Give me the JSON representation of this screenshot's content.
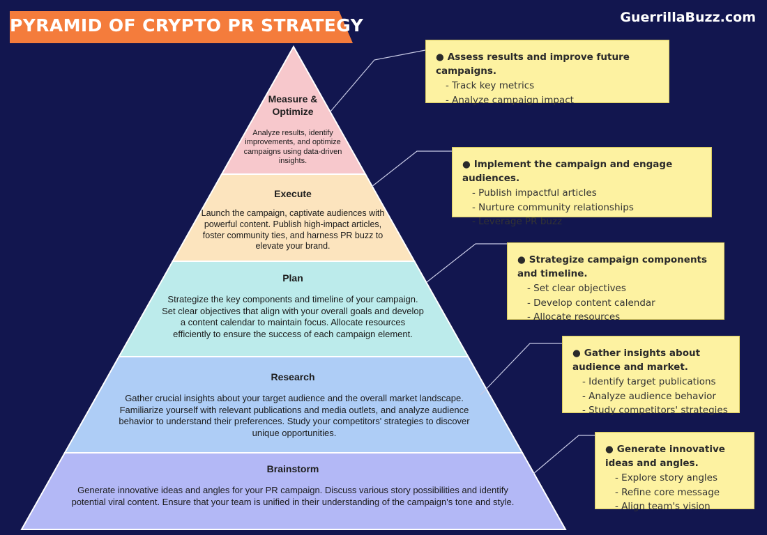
{
  "title": "PYRAMID OF CRYPTO PR STRATEGY",
  "brand": "GuerrillaBuzz.com",
  "colors": {
    "background": "#12164f",
    "banner": "#f47c3c",
    "note_fill": "#fdf2a1",
    "layer_measure": "#f7c8cc",
    "layer_execute": "#fce4be",
    "layer_plan": "#bcebeb",
    "layer_research": "#aecdf6",
    "layer_brainstorm": "#b3b8f6"
  },
  "layers": [
    {
      "title": "Measure &\nOptimize",
      "description": "Analyze results, identify improvements, and optimize campaigns using data-driven insights."
    },
    {
      "title": "Execute",
      "description": "Launch the campaign, captivate audiences with powerful content. Publish high-impact articles, foster community ties, and harness PR buzz to elevate your brand."
    },
    {
      "title": "Plan",
      "description": "Strategize the key components and timeline of your campaign. Set clear objectives that align with your overall goals and develop a content calendar to maintain focus. Allocate resources efficiently to ensure the success of each campaign element."
    },
    {
      "title": "Research",
      "description": "Gather crucial insights about your target audience and the overall market landscape. Familiarize yourself with relevant publications and media outlets, and analyze audience behavior to understand their preferences. Study your competitors' strategies to discover unique opportunities."
    },
    {
      "title": "Brainstorm",
      "description": "Generate innovative ideas and angles for your PR campaign. Discuss various story possibilities and identify potential viral content. Ensure that your team is unified in their understanding of the campaign's tone and style."
    }
  ],
  "notes": [
    {
      "bullet": "●",
      "heading": "Assess results and improve future campaigns.",
      "items": [
        "-  Track key metrics",
        "-  Analyze campaign impact"
      ]
    },
    {
      "bullet": "●",
      "heading": "Implement the campaign and engage audiences.",
      "items": [
        "- Publish impactful articles",
        "-  Nurture community relationships",
        "-  Leverage PR buzz"
      ]
    },
    {
      "bullet": "●",
      "heading": "Strategize campaign components and timeline.",
      "items": [
        "- Set clear objectives",
        "- Develop content calendar",
        "- Allocate resources"
      ]
    },
    {
      "bullet": "●",
      "heading": "Gather insights about audience and market.",
      "items": [
        "-  Identify target publications",
        "- Analyze audience behavior",
        "- Study competitors' strategies"
      ]
    },
    {
      "bullet": "●",
      "heading": "Generate innovative ideas and angles.",
      "items": [
        "- Explore story angles",
        "- Refine core message",
        "- Align team's vision"
      ]
    }
  ]
}
